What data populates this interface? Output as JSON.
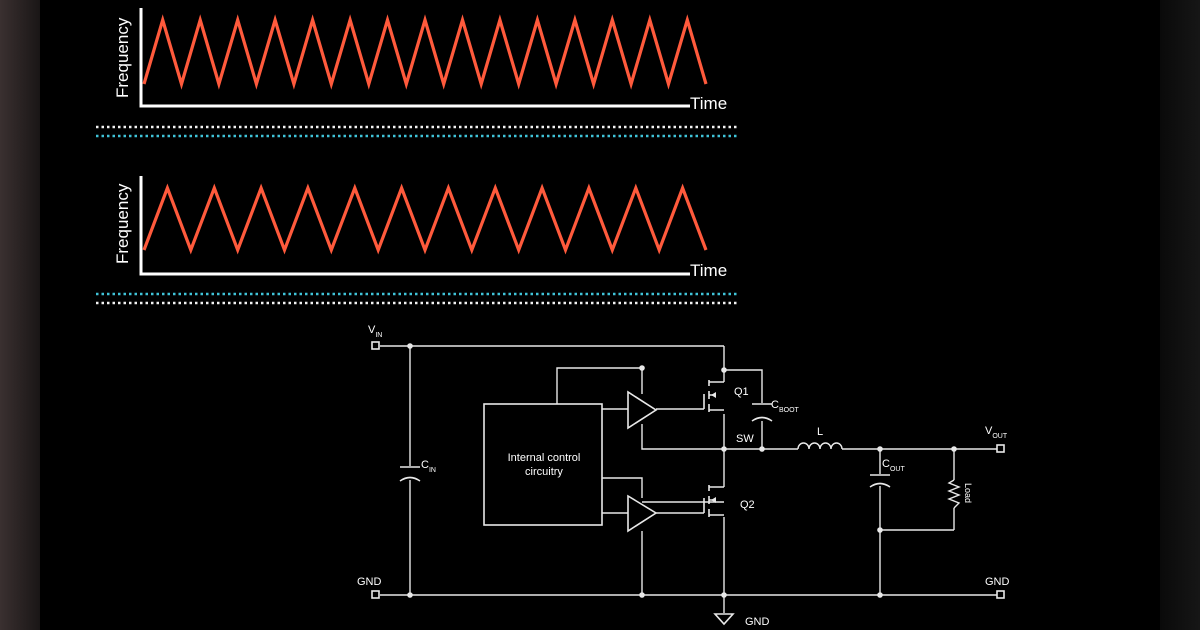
{
  "top_chart": {
    "ylabel": "Frequency",
    "xlabel": "Time",
    "peaks": 15
  },
  "bottom_chart": {
    "ylabel": "Frequency",
    "xlabel": "Time",
    "peaks": 12
  },
  "colors": {
    "wave": "#ff5a3c",
    "dot_white": "#f2f2f2",
    "dot_cyan": "#3fc3d8",
    "background": "#000000"
  },
  "schematic": {
    "vin_main": "V",
    "vin_sub": "IN",
    "cin_main": "C",
    "cin_sub": "IN",
    "block_line1": "Internal control",
    "block_line2": "circuitry",
    "q1": "Q1",
    "q2": "Q2",
    "cboot_main": "C",
    "cboot_sub": "BOOT",
    "sw": "SW",
    "inductor": "L",
    "vout_main": "V",
    "vout_sub": "OUT",
    "cout_main": "C",
    "cout_sub": "OUT",
    "load": "Load",
    "gnd_left": "GND",
    "gnd_right": "GND",
    "gnd_bottom": "GND"
  }
}
